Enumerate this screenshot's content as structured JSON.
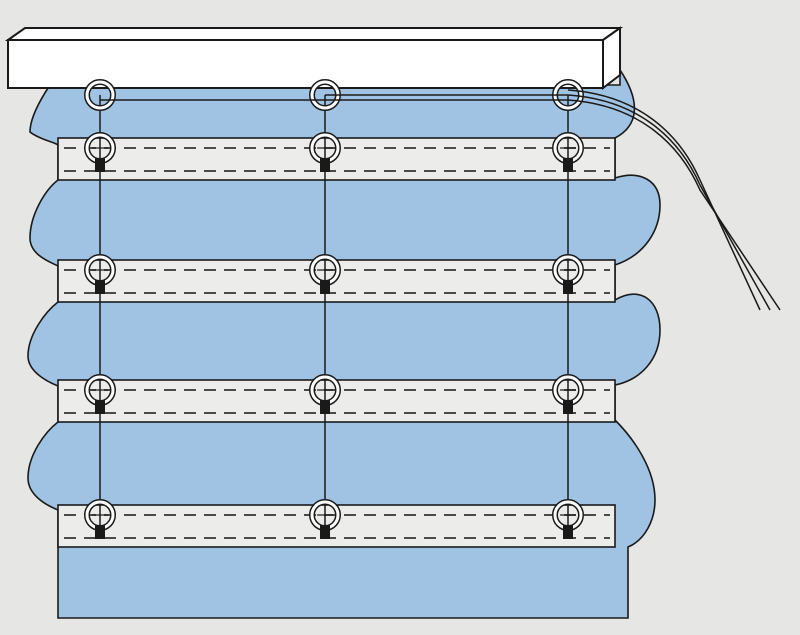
{
  "diagram": {
    "subject": "roman-blind-cord-rings",
    "batten_count": 4,
    "ring_columns": 3,
    "cord_count": 3,
    "colors": {
      "background": "#e6e6e4",
      "fabric": "#a0c3e3",
      "batten": "#ececea",
      "outline": "#1a1a1a",
      "rail": "#ffffff"
    }
  }
}
